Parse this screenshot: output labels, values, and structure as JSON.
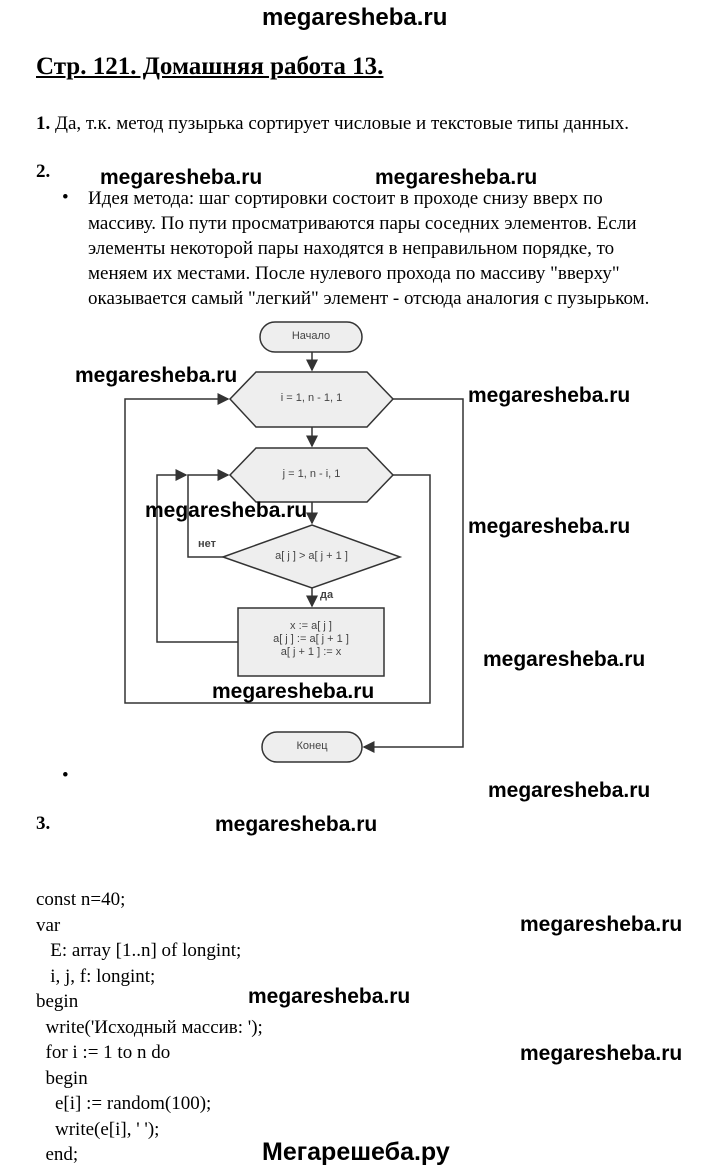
{
  "header_watermark": "megaresheba.ru",
  "title": "Стр. 121. Домашняя работа 13.",
  "q1": {
    "num": "1.",
    "text": "Да, т.к. метод пузырька сортирует числовые и текстовые типы данных."
  },
  "q2": {
    "num": "2.",
    "lines": [
      "Идея метода: шаг сортировки состоит в проходе снизу вверх по",
      "массиву. По пути просматриваются пары соседних элементов. Если",
      "элементы некоторой пары находятся в неправильном порядке, то",
      "меняем их местами. После нулевого прохода по массиву \"вверху\"",
      "оказывается самый \"легкий\" элемент - отсюда аналогия с пузырьком."
    ]
  },
  "flowchart": {
    "start": "Начало",
    "loop_i": "i = 1, n - 1, 1",
    "loop_j": "j = 1, n - i, 1",
    "condition": "a[ j ] > a[ j  + 1 ]",
    "no": "нет",
    "yes": "да",
    "swap": [
      "x := a[ j ]",
      "a[ j ] := a[ j + 1 ]",
      "a[ j + 1 ] := x"
    ],
    "end": "Конец"
  },
  "q3": {
    "num": "3.",
    "code": [
      "const n=40;",
      "var",
      "   E: array [1..n] of longint;",
      "   i, j, f: longint;",
      "begin",
      "  write('Исходный массив: ');",
      "  for i := 1 to n do",
      "  begin",
      "    e[i] := random(100);",
      "    write(e[i], ' ');",
      "  end;"
    ]
  },
  "watermark": "megaresheba.ru",
  "footer": "Мегарешеба.ру"
}
